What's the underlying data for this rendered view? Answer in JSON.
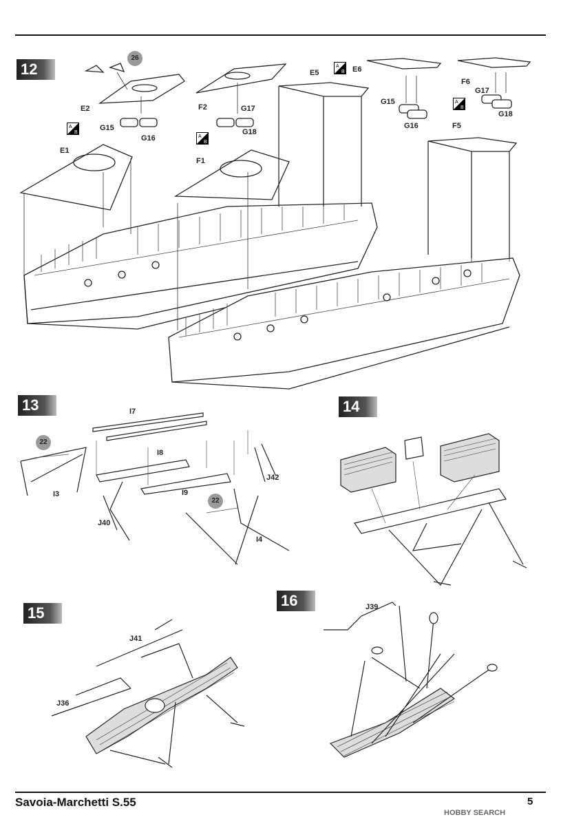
{
  "steps": [
    "12",
    "13",
    "14",
    "15",
    "16"
  ],
  "badges": {
    "s12": "26",
    "s13a": "22",
    "s13b": "22"
  },
  "labels": {
    "e1": "E1",
    "e2": "E2",
    "e5": "E5",
    "e6": "E6",
    "f1": "F1",
    "f2": "F2",
    "f5": "F5",
    "f6": "F6",
    "g15a": "G15",
    "g16a": "G16",
    "g17a": "G17",
    "g18a": "G18",
    "g15b": "G15",
    "g16b": "G16",
    "g17b": "G17",
    "g18b": "G18",
    "i3": "I3",
    "i4": "I4",
    "i7": "I7",
    "i8": "I8",
    "i9": "I9",
    "j40": "J40",
    "j42": "J42",
    "j41": "J41",
    "j36": "J36",
    "j39": "J39"
  },
  "paint_code": {
    "top": "A",
    "bottom": "B"
  },
  "footer": {
    "title": "Savoia-Marchetti S.55",
    "page": "5",
    "watermark": "HOBBY SEARCH"
  }
}
